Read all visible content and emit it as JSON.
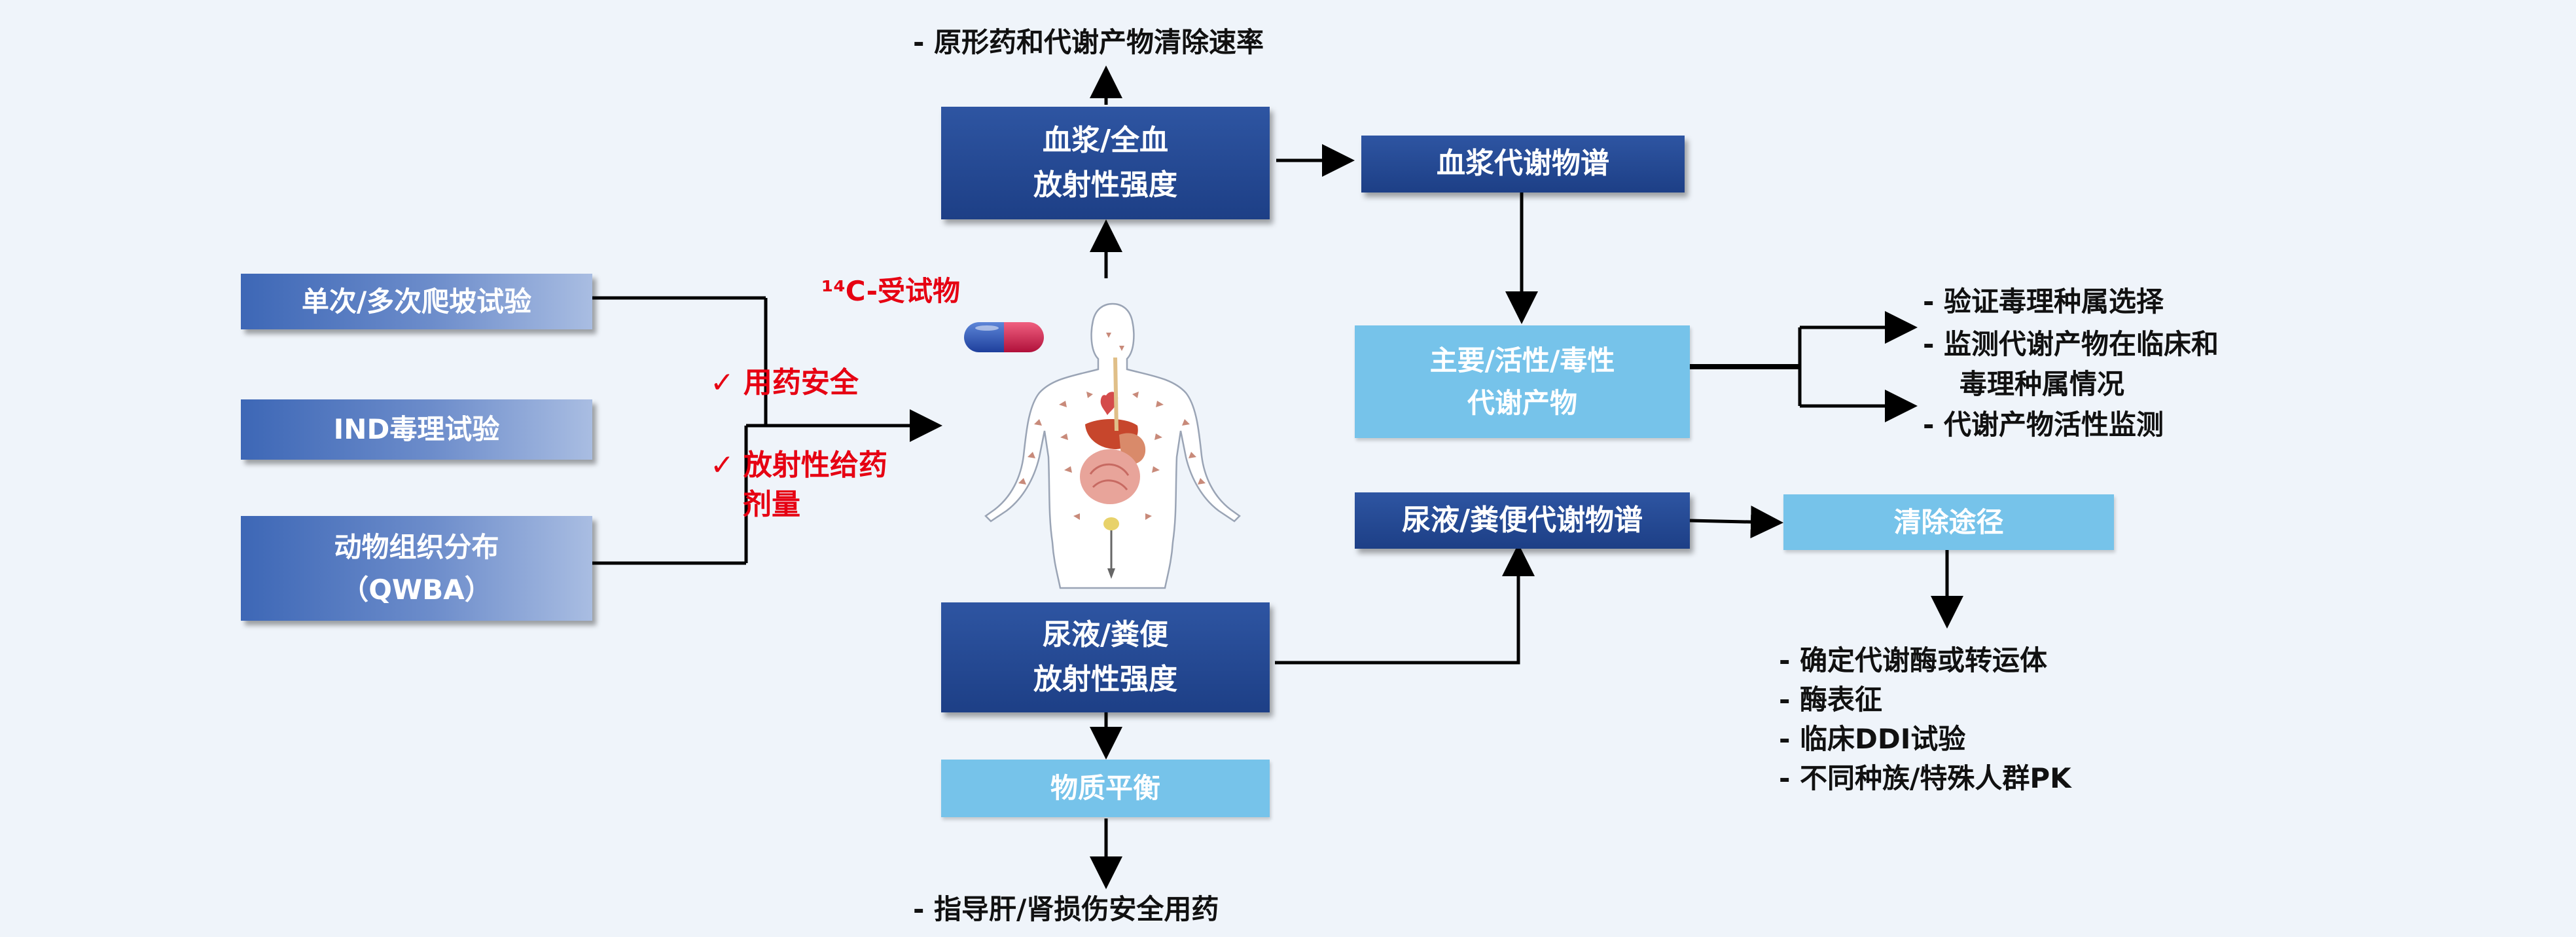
{
  "top_note": "-  原形药和代谢产物清除速率",
  "plasma_radioactivity": [
    "血浆/全血",
    "放射性强度"
  ],
  "plasma_metabolite_profile": "血浆代谢物谱",
  "main_metabolites": [
    "主要/活性/毒性",
    "代谢产物"
  ],
  "main_metabolite_notes": [
    "-  验证毒理种属选择",
    "-  监测代谢产物在临床和",
    "毒理种属情况",
    "-  代谢产物活性监测"
  ],
  "left_studies": {
    "climb_test": "单次/多次爬坡试验",
    "ind_tox": "IND毒理试验",
    "tissue_distribution": [
      "动物组织分布",
      "（QWBA）"
    ]
  },
  "test_article_label": "¹⁴C-受试物",
  "safety_checks": {
    "mark": "✓",
    "items": [
      "用药安全",
      "放射性给药",
      "剂量"
    ]
  },
  "excreta_metabolite_profile": "尿液/粪便代谢物谱",
  "clearance_route": "清除途径",
  "clearance_notes": [
    "-  确定代谢酶或转运体",
    "-  酶表征",
    "-  临床DDI试验",
    "-  不同种族/特殊人群PK"
  ],
  "excreta_radioactivity": [
    "尿液/粪便",
    "放射性强度"
  ],
  "mass_balance": "物质平衡",
  "bottom_note": "-  指导肝/肾损伤安全用药",
  "colors": {
    "dark_box": "#2e55a2",
    "light_box": "#76c3ea",
    "accent_red": "#e60012",
    "background": "#eff4fa"
  }
}
